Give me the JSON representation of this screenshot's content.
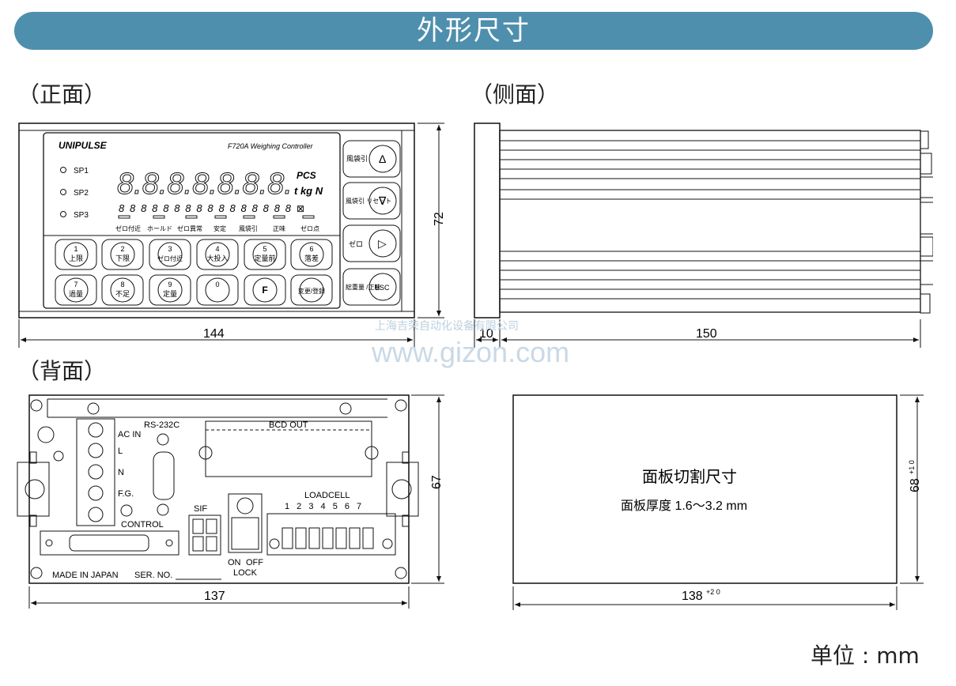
{
  "header": {
    "title": "外形尺寸"
  },
  "sections": {
    "front": "（正面）",
    "side": "（侧面）",
    "back": "（背面）"
  },
  "front": {
    "brand": "UNIPULSE",
    "model": "F720A Weighing Controller",
    "sp_labels": [
      "SP1",
      "SP2",
      "SP3"
    ],
    "main_display": "8.8.8.8.8.8.8.",
    "sub_display": "8888888888888888",
    "unit_labels": [
      "PCS",
      "t kg N"
    ],
    "status_labels": [
      "ゼロ付近",
      "ホールド",
      "ゼロ異常",
      "安定",
      "風袋引",
      "正味",
      "ゼロ点"
    ],
    "keys_row1": [
      {
        "num": "1",
        "label": "上限"
      },
      {
        "num": "2",
        "label": "下限"
      },
      {
        "num": "3",
        "label": "ゼロ付近"
      },
      {
        "num": "4",
        "label": "大投入"
      },
      {
        "num": "5",
        "label": "定量前"
      },
      {
        "num": "6",
        "label": "落差"
      }
    ],
    "keys_row2": [
      {
        "num": "7",
        "label": "過量"
      },
      {
        "num": "8",
        "label": "不足"
      },
      {
        "num": "9",
        "label": "定量"
      },
      {
        "num": "0",
        "label": ""
      },
      {
        "num": "F",
        "label": ""
      },
      {
        "num": "",
        "label": "変更/登録"
      }
    ],
    "side_keys": [
      {
        "label": "風袋引",
        "symbol": "Δ"
      },
      {
        "label": "風袋引 リセット",
        "symbol": "∇"
      },
      {
        "label": "ゼロ",
        "symbol": "▷"
      },
      {
        "label": "総重量 /正味",
        "symbol": "ESC"
      }
    ],
    "width_dim": "144",
    "height_dim": "72"
  },
  "side": {
    "depth_dim": "150",
    "bezel_dim": "10"
  },
  "back": {
    "labels": {
      "rs232c": "RS-232C",
      "ac_in": "AC IN",
      "l": "L",
      "n": "N",
      "fg": "F.G.",
      "control": "CONTROL",
      "bcd_out": "BCD OUT",
      "sif": "SIF",
      "loadcell": "LOADCELL",
      "loadcell_pins": "1 2 3 4 5 6 7",
      "on": "ON",
      "off": "OFF",
      "lock": "LOCK",
      "made_in": "MADE IN JAPAN",
      "ser_no": "SER. NO."
    },
    "width_dim": "137",
    "height_dim": "67"
  },
  "cutout": {
    "title": "面板切割尺寸",
    "thickness": "面板厚度 1.6～3.2 mm",
    "width_dim": "138",
    "width_tol": "+2 0",
    "height_dim": "68",
    "height_tol": "+1 0"
  },
  "watermark": {
    "text": "www.gizon.com",
    "company": "上海吉荣自动化设备有限公司"
  },
  "units": "单位 : mm"
}
